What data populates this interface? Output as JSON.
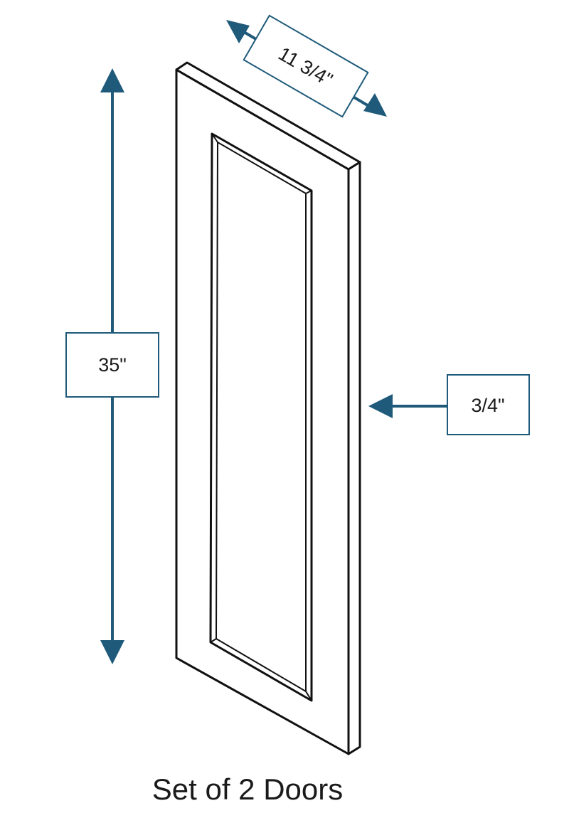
{
  "colors": {
    "accent": "#1f5a7a",
    "outline": "#111111"
  },
  "dimensions": {
    "width": "11 3/4\"",
    "height": "35\"",
    "thickness": "3/4\""
  },
  "caption": "Set of 2 Doors"
}
